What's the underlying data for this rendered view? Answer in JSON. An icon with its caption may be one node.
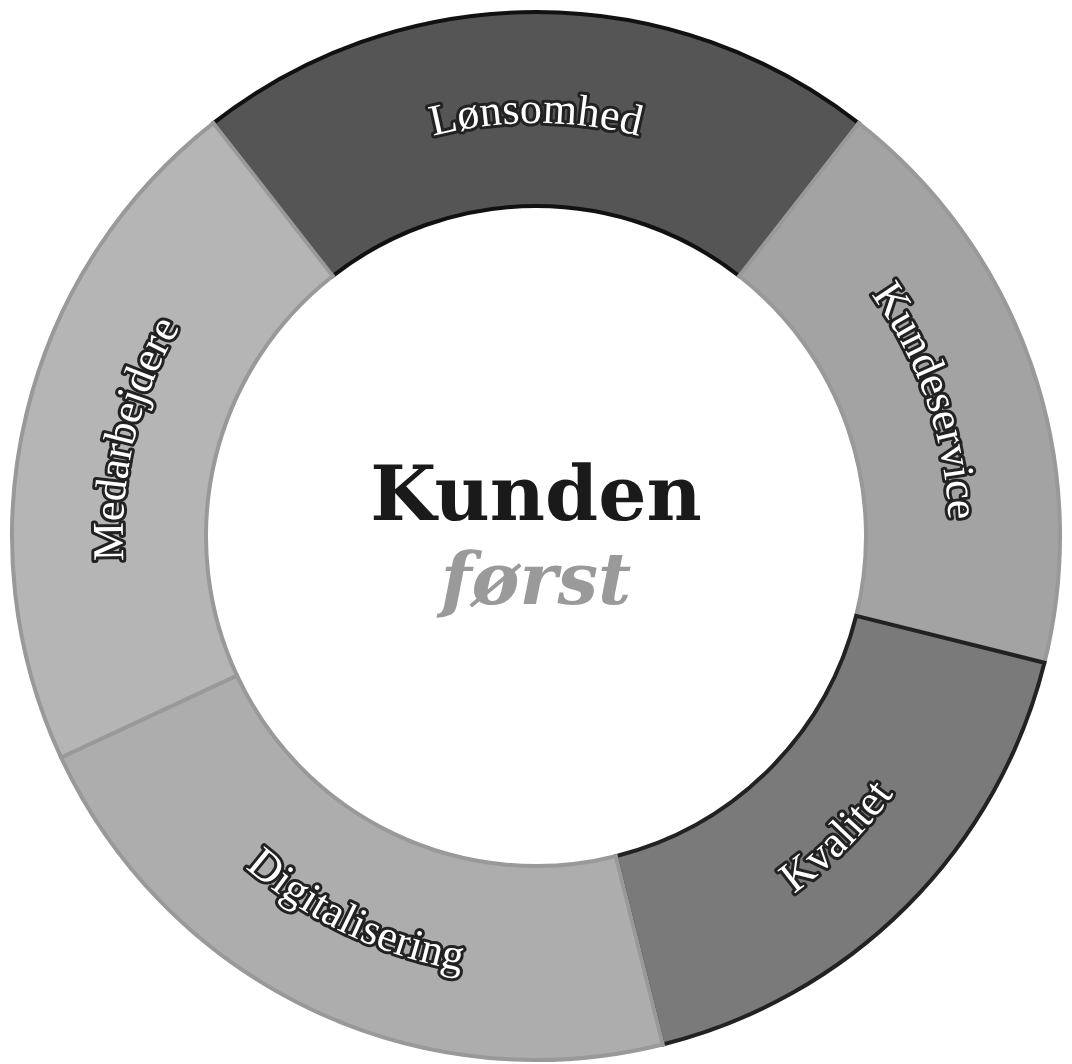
{
  "diagram": {
    "nodes": [
      {
        "text": [
          "Kunden",
          "først"
        ]
      },
      {
        "text": [
          "Lønsomhed"
        ]
      },
      {
        "text": [
          "Kundeservice"
        ]
      },
      {
        "text": [
          "Kvalitet"
        ]
      },
      {
        "text": [
          "Digitalisering"
        ]
      },
      {
        "text": [
          "Medarbejdere"
        ]
      }
    ],
    "edges": []
  }
}
